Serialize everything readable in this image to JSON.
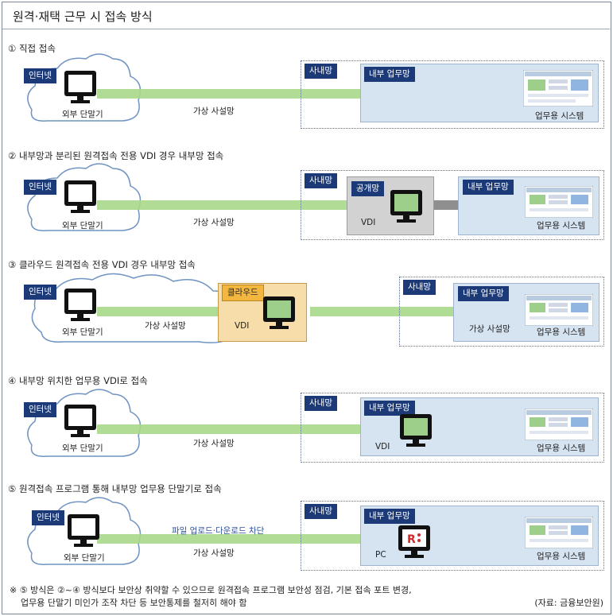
{
  "title": "원격·재택 근무 시 접속 방식",
  "sections": [
    {
      "heading": "① 직접 접속",
      "internet": "인터넷",
      "terminal": "외부 단말기",
      "link": "가상 사설망",
      "intranet": "사내망",
      "biz_net": "내부 업무망",
      "system": "업무용 시스템"
    },
    {
      "heading": "② 내부망과 분리된 원격접속 전용 VDI 경우 내부망 접속",
      "internet": "인터넷",
      "terminal": "외부 단말기",
      "link": "가상 사설망",
      "intranet": "사내망",
      "public_net": "공개망",
      "vdi": "VDI",
      "biz_net": "내부 업무망",
      "system": "업무용 시스템"
    },
    {
      "heading": "③ 클라우드 원격접속 전용 VDI 경우 내부망 접속",
      "internet": "인터넷",
      "terminal": "외부 단말기",
      "link": "가상 사설망",
      "cloud": "클라우드",
      "vdi": "VDI",
      "intranet": "사내망",
      "biz_net": "내부 업무망",
      "link2": "가상 사설망",
      "system": "업무용 시스템"
    },
    {
      "heading": "④ 내부망 위치한 업무용 VDI로 접속",
      "internet": "인터넷",
      "terminal": "외부 단말기",
      "link": "가상 사설망",
      "intranet": "사내망",
      "biz_net": "내부 업무망",
      "vdi": "VDI",
      "system": "업무용 시스템"
    },
    {
      "heading": "⑤ 원격접속 프로그램 통해 내부망 업무용 단말기로 접속",
      "internet": "인터넷",
      "terminal": "외부 단말기",
      "file_transfer": "파일 업로드·다운로드 차단",
      "link": "가상 사설망",
      "intranet": "사내망",
      "biz_net": "내부 업무망",
      "pc": "PC",
      "system": "업무용 시스템"
    }
  ],
  "note_line1": "※ ⑤ 방식은 ②~④ 방식보다 보안상 취약할 수 있으므로 원격접속 프로그램 보안성 점검, 기본 접속 포트 변경,",
  "note_line2": "업무용 단말기 미인가 조작 차단 등 보안통제를 철저히 해야 함",
  "source": "(자료: 금융보안원)",
  "colors": {
    "tag_navy": "#1d3a78",
    "cloud_tag": "#f3b63f",
    "green_arrow": "#a8d88a",
    "gray_arrow": "#8f8f8f",
    "biz_net_fill": "#d6e4f2"
  }
}
